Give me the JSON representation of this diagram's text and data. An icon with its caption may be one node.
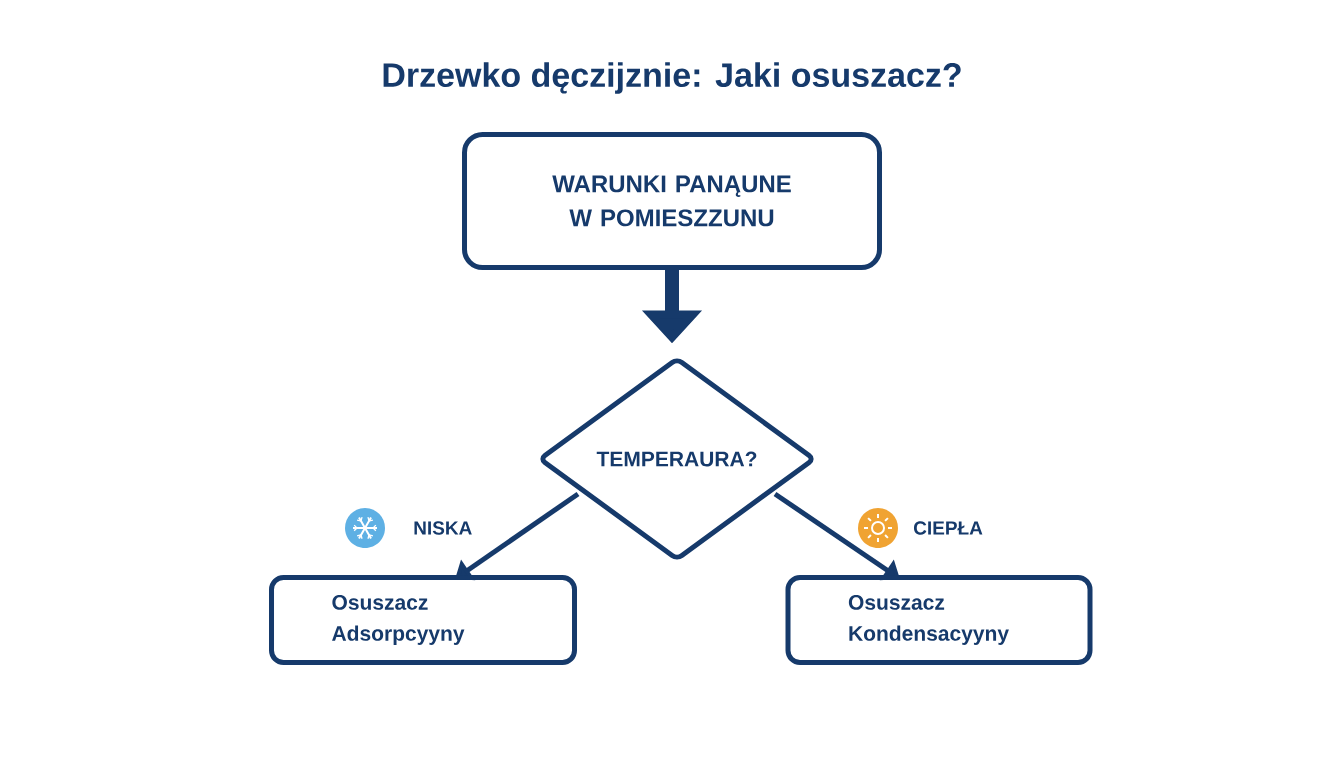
{
  "diagram": {
    "title": "Drzewko dęczijznie: Jaki osuszacz?",
    "nodes": [
      {
        "text": [
          "WARUNKI PANĄUNE W POMIESZZUNU"
        ]
      },
      {
        "text": [
          "TEMPERAURA?"
        ]
      },
      {
        "text": [
          "Osuszacz Adsorpcyyny"
        ]
      },
      {
        "text": [
          "Osuszacz Kondensacyyny"
        ]
      }
    ],
    "edges": [
      {
        "from": 0,
        "to": 1,
        "arrow": "to",
        "style": "thick"
      },
      {
        "from": 1,
        "to": 2,
        "arrow": "to",
        "label": "NISKA"
      },
      {
        "from": 1,
        "to": 3,
        "arrow": "to",
        "label": "CIEPŁA"
      }
    ]
  }
}
